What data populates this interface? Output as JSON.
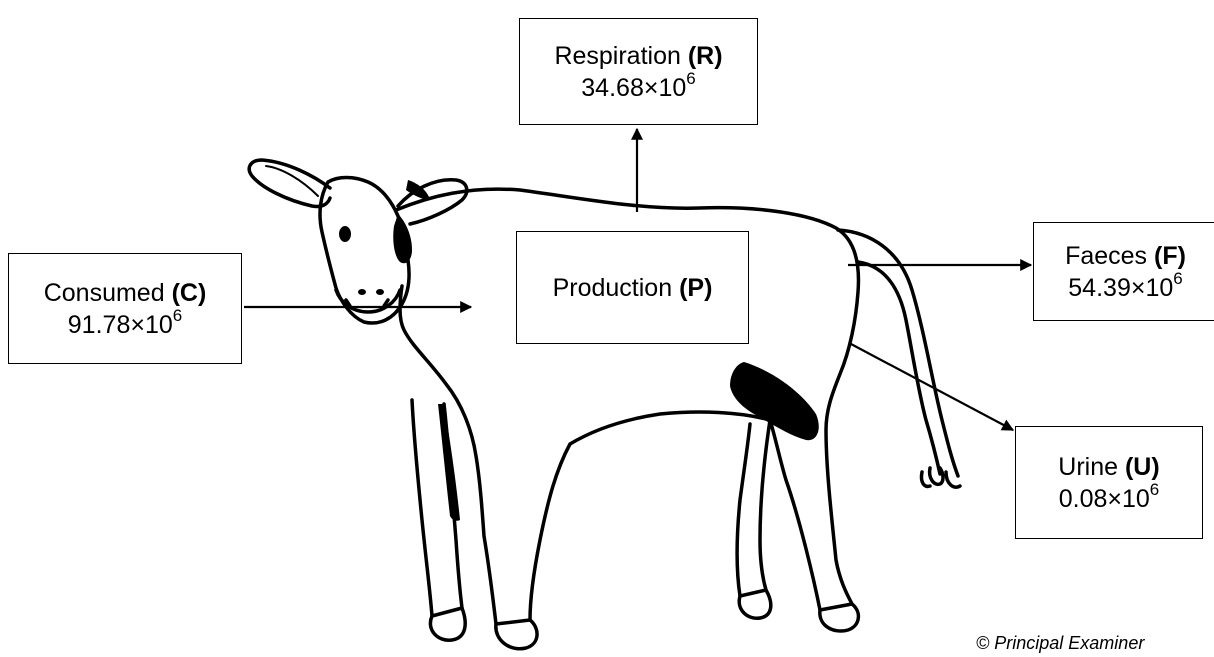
{
  "compartments": {
    "respiration": {
      "label": "Respiration",
      "symbol": "(R)",
      "mantissa": "34.68×10",
      "exponent": "6"
    },
    "consumed": {
      "label": "Consumed",
      "symbol": "(C)",
      "mantissa": "91.78×10",
      "exponent": "6"
    },
    "production": {
      "label": "Production",
      "symbol": "(P)"
    },
    "faeces": {
      "label": "Faeces",
      "symbol": "(F)",
      "mantissa": "54.39×10",
      "exponent": "6"
    },
    "urine": {
      "label": "Urine",
      "symbol": "(U)",
      "mantissa": "0.08×10",
      "exponent": "6"
    }
  },
  "credit": "© Principal Examiner"
}
